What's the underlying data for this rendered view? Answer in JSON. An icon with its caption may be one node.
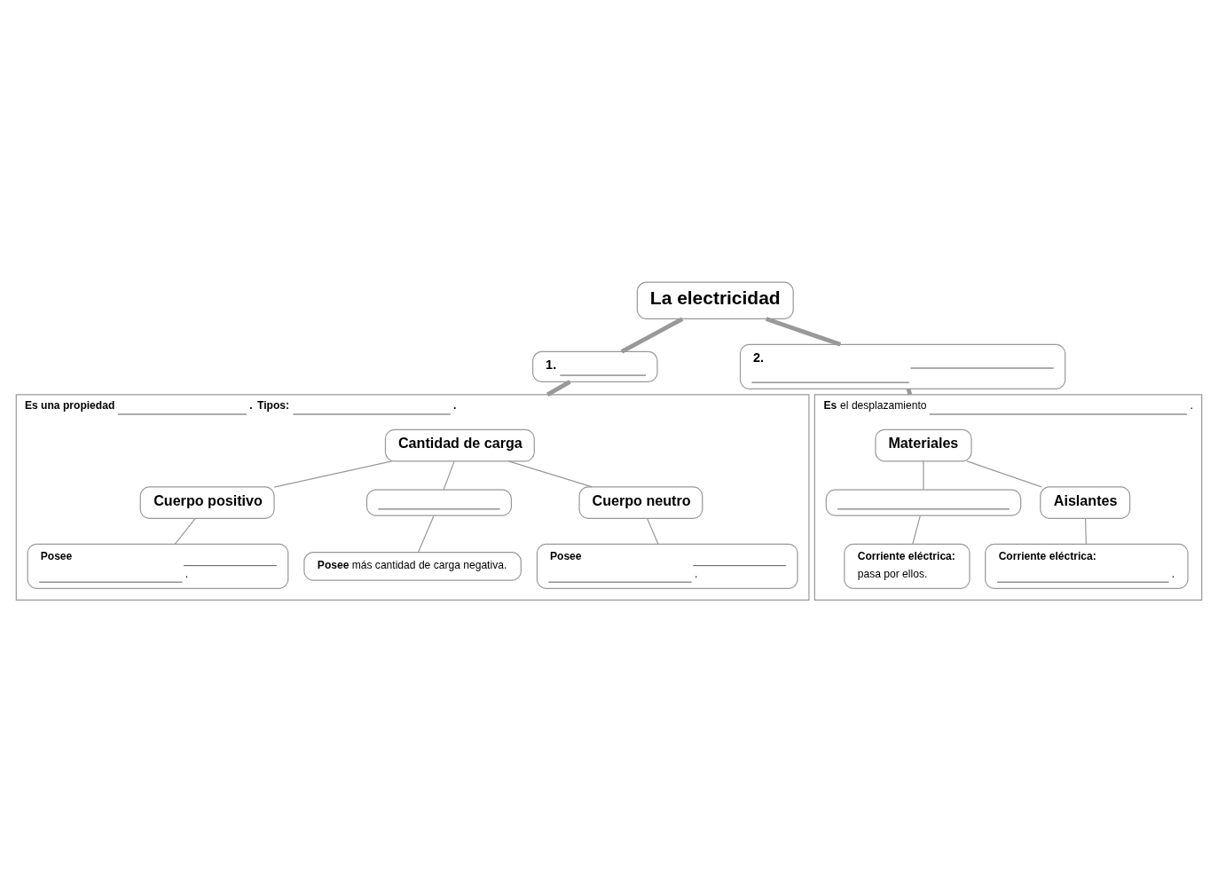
{
  "diagram": {
    "nodes": [
      {
        "text": [
          "La electricidad"
        ]
      },
      {
        "text": [
          "1."
        ]
      },
      {
        "text": [
          "2."
        ]
      },
      {
        "text": [
          "**Es** el desplazamiento",
          "."
        ]
      },
      {
        "text": [
          "Materiales"
        ],
        "in": 3
      },
      {
        "text": [],
        "shape": "box",
        "in": 3
      },
      {
        "text": [
          "Aislantes"
        ],
        "in": 3
      },
      {
        "text": [
          "Corriente eléctrica:",
          "pasa por ellos."
        ],
        "in": 3
      },
      {
        "text": [
          "Corriente eléctrica:",
          "."
        ],
        "in": 3
      },
      {
        "text": [
          "Es una propiedad",
          ".",
          "Tipos:",
          "."
        ]
      },
      {
        "text": [
          "Cantidad de carga"
        ],
        "in": 9
      },
      {
        "text": [
          "Cuerpo positivo"
        ],
        "in": 9
      },
      {
        "text": [],
        "shape": "box",
        "in": 9
      },
      {
        "text": [
          "Cuerpo neutro"
        ],
        "in": 9
      },
      {
        "text": [
          "Posee",
          "."
        ],
        "in": 9
      },
      {
        "text": [
          "**Posee** más cantidad de carga negativa."
        ],
        "in": 9
      },
      {
        "text": [
          "Posee",
          "."
        ],
        "in": 9
      }
    ],
    "edges": [
      {
        "from": 0,
        "to": 1,
        "arrow": "none",
        "style": "thick"
      },
      {
        "from": 0,
        "to": 2,
        "arrow": "none",
        "style": "thick"
      },
      {
        "from": 1,
        "to": 9,
        "arrow": "none",
        "style": "thick"
      },
      {
        "from": 2,
        "to": 3,
        "arrow": "none",
        "style": "thick"
      },
      {
        "from": 4,
        "to": 5,
        "arrow": "none"
      },
      {
        "from": 4,
        "to": 6,
        "arrow": "none"
      },
      {
        "from": 5,
        "to": 7,
        "arrow": "none"
      },
      {
        "from": 6,
        "to": 8,
        "arrow": "none"
      },
      {
        "from": 10,
        "to": 11,
        "arrow": "none"
      },
      {
        "from": 10,
        "to": 12,
        "arrow": "none"
      },
      {
        "from": 10,
        "to": 13,
        "arrow": "none"
      },
      {
        "from": 11,
        "to": 14,
        "arrow": "none"
      },
      {
        "from": 12,
        "to": 15,
        "arrow": "none"
      },
      {
        "from": 13,
        "to": 16,
        "arrow": "none"
      }
    ]
  }
}
